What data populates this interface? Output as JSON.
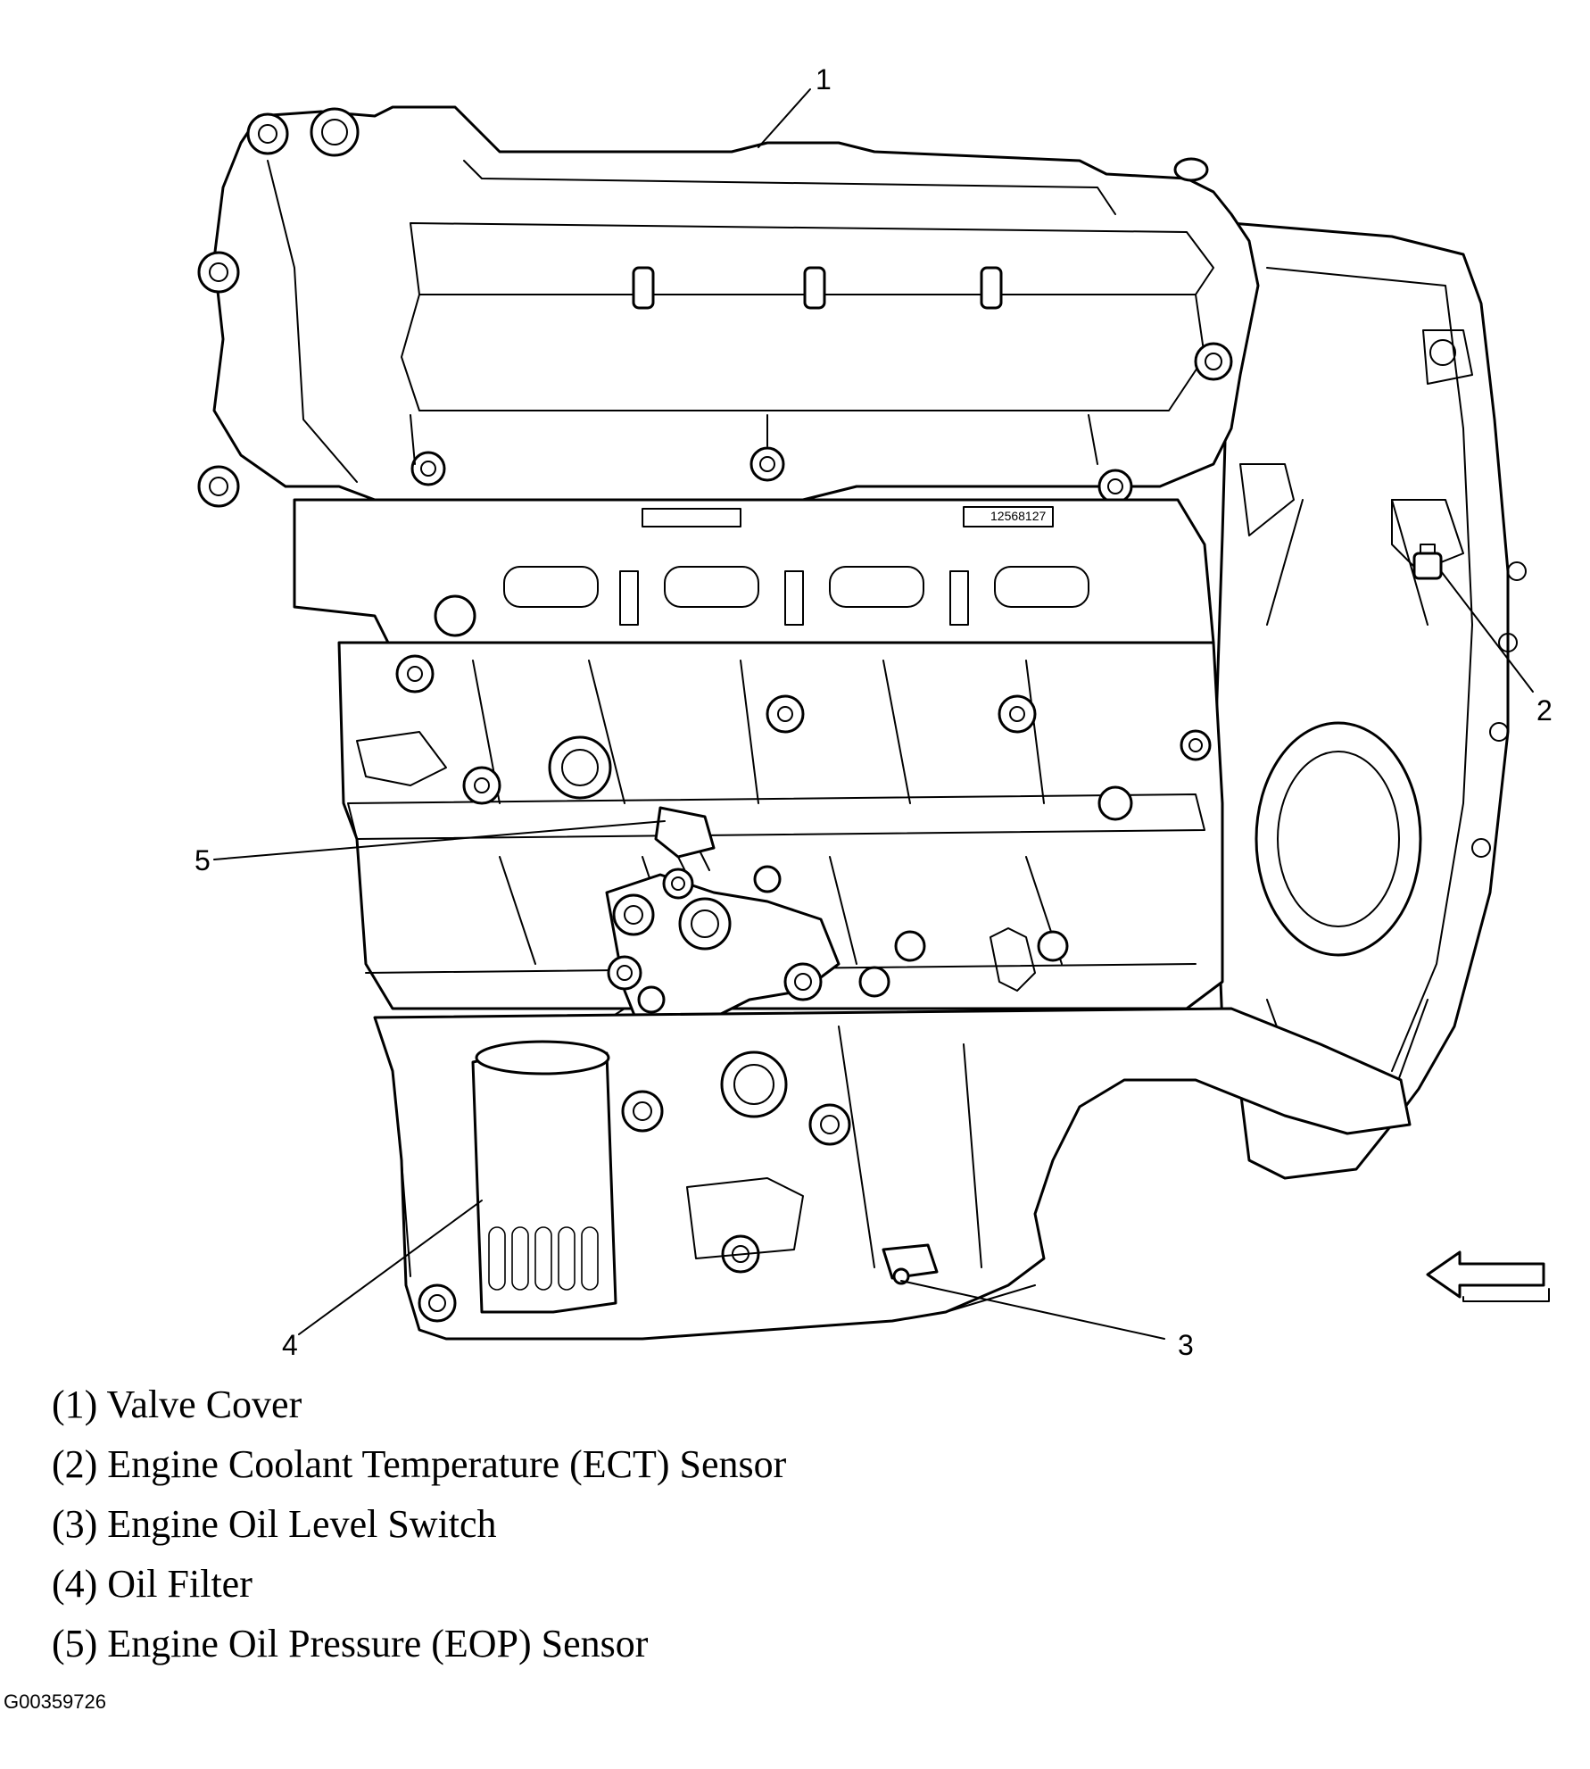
{
  "callouts": [
    {
      "number": "1",
      "name": "Valve Cover"
    },
    {
      "number": "2",
      "name": "Engine Coolant Temperature (ECT) Sensor"
    },
    {
      "number": "3",
      "name": "Engine Oil Level Switch"
    },
    {
      "number": "4",
      "name": "Oil Filter"
    },
    {
      "number": "5",
      "name": "Engine Oil Pressure (EOP) Sensor"
    }
  ],
  "legend": [
    "(1) Valve Cover",
    "(2) Engine Coolant Temperature (ECT) Sensor",
    "(3) Engine Oil Level Switch",
    "(4) Oil Filter",
    "(5) Engine Oil Pressure (EOP) Sensor"
  ],
  "casting_marks": [
    "12568127"
  ],
  "figure_id": "G00359726",
  "direction_arrow": {
    "icon": "left-arrow-icon",
    "points": "left"
  }
}
